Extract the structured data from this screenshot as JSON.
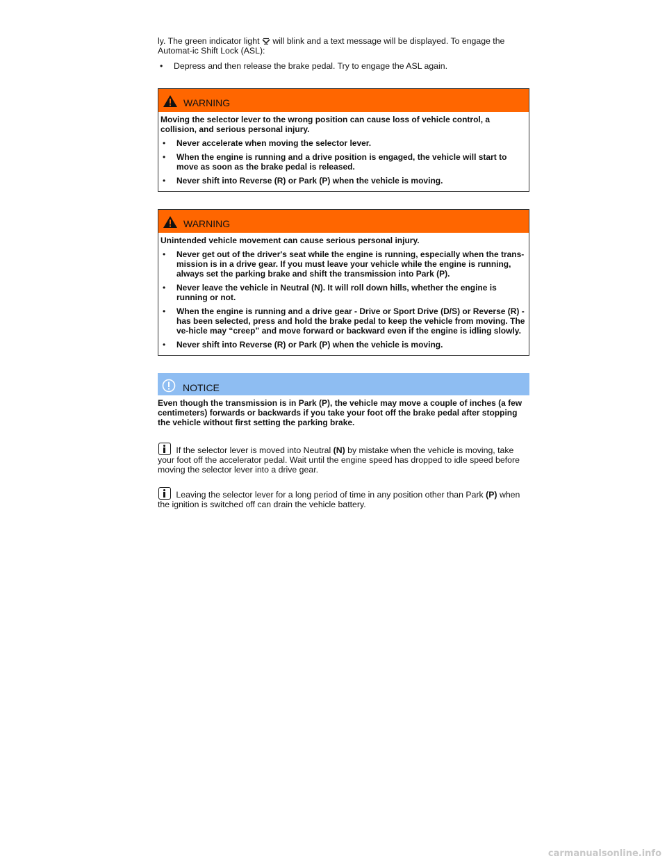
{
  "intro": {
    "part1": "ly. The green indicator light",
    "part2": "will blink and a text message will be displayed. To engage the Automat-ic Shift Lock (ASL):",
    "indicator_icon": "selector-lever-indicator-icon",
    "indicator_color": "#222222"
  },
  "intro_bullet": "Depress and then release the brake pedal. Try to engage the ASL again.",
  "bullet_glyph": "•",
  "warning1": {
    "title": "WARNING",
    "icon": "warning-triangle-icon",
    "header_color": "#ff6600",
    "lead": "Moving the selector lever to the wrong position can cause loss of vehicle control, a collision, and serious personal injury.",
    "items": [
      "Never accelerate when moving the selector lever.",
      "When the engine is running and a drive position is engaged, the vehicle will start to move as soon as the brake pedal is released.",
      "Never shift into Reverse (R) or Park (P) when the vehicle is moving."
    ]
  },
  "warning2": {
    "title": "WARNING",
    "icon": "warning-triangle-icon",
    "lead": "Unintended vehicle movement can cause serious personal injury.",
    "items": [
      "Never get out of the driver's seat while the engine is running, especially when the trans-mission is in a drive gear. If you must leave your vehicle while the engine is running, always set the parking brake and shift the transmission into Park (P).",
      "Never leave the vehicle in Neutral (N). It will roll down hills, whether the engine is running or not.",
      "When the engine is running and a drive gear - Drive or Sport Drive (D/S) or Reverse (R) - has been selected, press and hold the brake pedal to keep the vehicle from moving. The ve-hicle may “creep” and move forward or backward even if the engine is idling slowly.",
      "Never shift into Reverse (R) or Park (P) when the vehicle is moving."
    ]
  },
  "notice": {
    "title": "NOTICE",
    "icon": "exclamation-circle-icon",
    "header_color": "#8ebdf2",
    "text": "Even though the transmission is in Park (P), the vehicle may move a couple of inches (a few centimeters) forwards or backwards if you take your foot off the brake pedal after stopping the vehicle without first setting the parking brake."
  },
  "note1": {
    "icon": "info-icon",
    "before": "If the selector lever is moved into Neutral",
    "bold": "(N)",
    "after": "by mistake when the vehicle is moving, take your foot off the accelerator pedal. Wait until the engine speed has dropped to idle speed before moving the selector lever into a drive gear."
  },
  "note2": {
    "icon": "info-icon",
    "before": "Leaving the selector lever for a long period of time in any position other than Park",
    "bold": "(P)",
    "after": "when the ignition is switched off can drain the vehicle battery."
  },
  "watermark": "carmanualsonline.info"
}
